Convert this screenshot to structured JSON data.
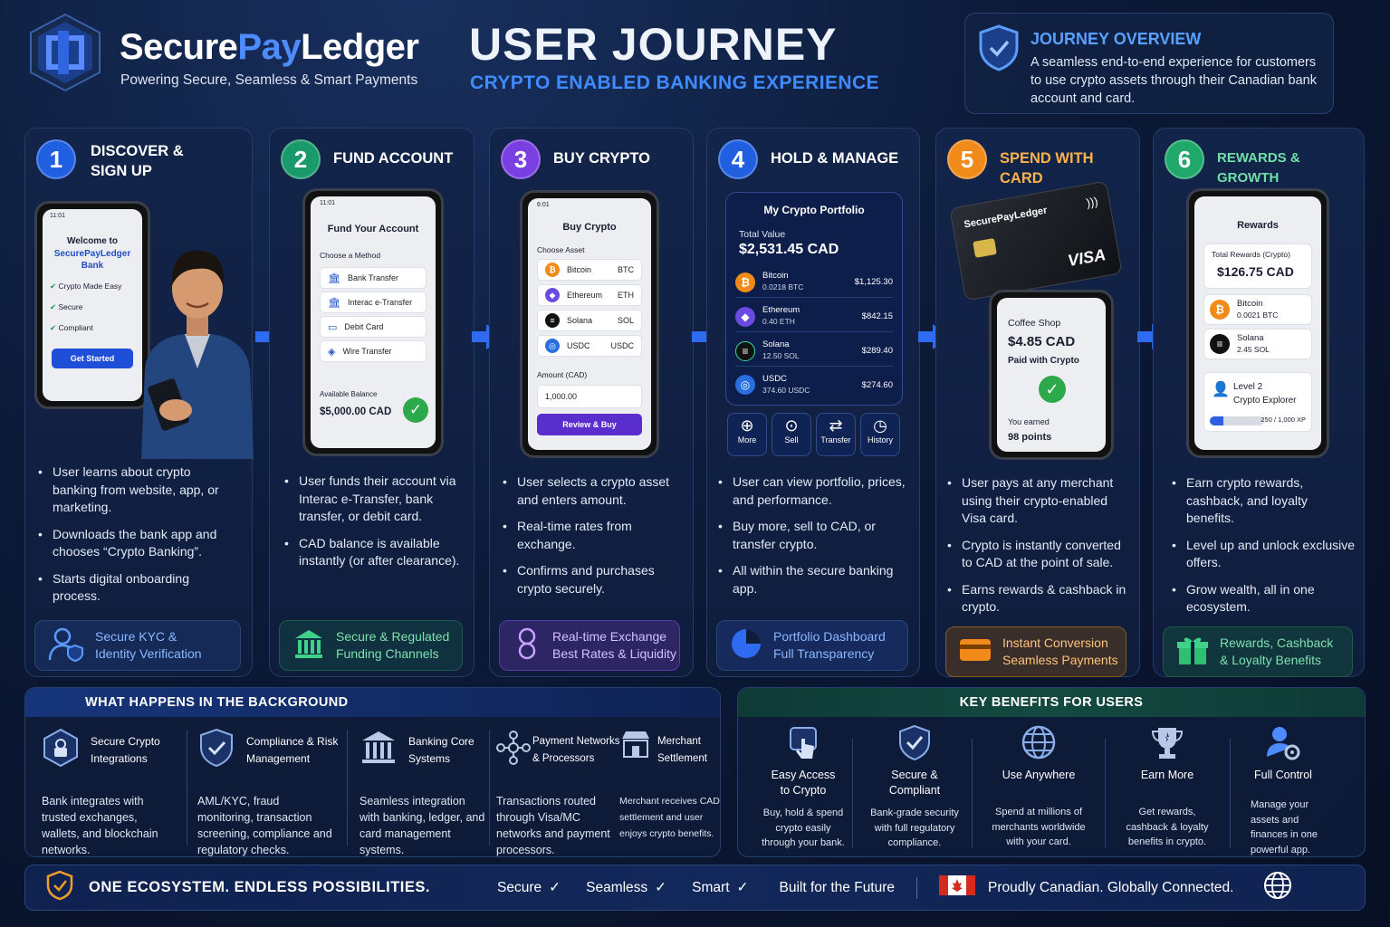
{
  "brand": {
    "name_a": "Secure",
    "name_b": "Pay",
    "name_c": "Ledger",
    "tagline": "Powering Secure, Seamless & Smart Payments"
  },
  "title": "USER JOURNEY",
  "subtitle": "CRYPTO ENABLED BANKING EXPERIENCE",
  "overview": {
    "title": "JOURNEY OVERVIEW",
    "text": "A seamless end-to-end experience for customers to use crypto assets through their Canadian bank account and card."
  },
  "steps": [
    {
      "num": "1",
      "title": "DISCOVER &\nSIGN UP",
      "phone": {
        "time": "11:01",
        "welcome": "Welcome to",
        "bank": "SecurePayLedger",
        "bank2": "Bank",
        "items": [
          "Crypto Made Easy",
          "Secure",
          "Compliant"
        ],
        "cta": "Get Started"
      },
      "bullets": [
        "User learns about crypto banking from website, app, or marketing.",
        "Downloads the bank app and chooses “Crypto Banking”.",
        "Starts digital onboarding process."
      ],
      "badge": "Secure KYC &\nIdentity Verification"
    },
    {
      "num": "2",
      "title": "FUND ACCOUNT",
      "phone": {
        "time": "11:01",
        "heading": "Fund Your Account",
        "sub": "Choose a Method",
        "items": [
          "Bank Transfer",
          "Interac e-Transfer",
          "Debit Card",
          "Wire Transfer"
        ],
        "bal_label": "Available Balance",
        "bal": "$5,000.00 CAD"
      },
      "bullets": [
        "User funds their account via Interac e-Transfer, bank transfer, or debit card.",
        "CAD balance is available instantly (or after clearance)."
      ],
      "badge": "Secure & Regulated\nFunding Channels"
    },
    {
      "num": "3",
      "title": "BUY CRYPTO",
      "phone": {
        "time": "6:01",
        "heading": "Buy Crypto",
        "sub": "Choose Asset",
        "assets": [
          {
            "name": "Bitcoin",
            "sym": "BTC"
          },
          {
            "name": "Ethereum",
            "sym": "ETH"
          },
          {
            "name": "Solana",
            "sym": "SOL"
          },
          {
            "name": "USDC",
            "sym": "USDC"
          }
        ],
        "amount_label": "Amount (CAD)",
        "amount": "1,000.00",
        "cta": "Review & Buy"
      },
      "bullets": [
        "User selects a crypto asset and enters amount.",
        "Real-time rates from exchange.",
        "Confirms and purchases crypto securely."
      ],
      "badge": "Real-time Exchange\nBest Rates & Liquidity"
    },
    {
      "num": "4",
      "title": "HOLD & MANAGE",
      "phone": {
        "heading": "My Crypto Portfolio",
        "total_label": "Total Value",
        "total": "$2,531.45 CAD",
        "holdings": [
          {
            "name": "Bitcoin",
            "amt": "0.0218 BTC",
            "val": "$1,125.30"
          },
          {
            "name": "Ethereum",
            "amt": "0.40 ETH",
            "val": "$842.15"
          },
          {
            "name": "Solana",
            "amt": "12.50 SOL",
            "val": "$289.40"
          },
          {
            "name": "USDC",
            "amt": "374.60 USDC",
            "val": "$274.60"
          }
        ],
        "actions": [
          "More",
          "Sell",
          "Transfer",
          "History"
        ]
      },
      "bullets": [
        "User can view portfolio, prices, and performance.",
        "Buy more, sell to CAD, or transfer crypto.",
        "All within the secure banking app."
      ],
      "badge": "Portfolio Dashboard\nFull Transparency"
    },
    {
      "num": "5",
      "title": "SPEND WITH CARD",
      "card": {
        "brand": "SecurePayLedger",
        "network": "VISA"
      },
      "phone": {
        "merchant": "Coffee Shop",
        "amount": "$4.85 CAD",
        "paid": "Paid with Crypto",
        "earned_label": "You earned",
        "earned": "98 points"
      },
      "bullets": [
        "User pays at any merchant using their crypto-enabled Visa card.",
        "Crypto is instantly converted to CAD at the point of sale.",
        "Earns rewards & cashback in crypto."
      ],
      "badge": "Instant Conversion\nSeamless Payments"
    },
    {
      "num": "6",
      "title": "REWARDS & GROWTH",
      "phone": {
        "heading": "Rewards",
        "total_label": "Total Rewards (Crypto)",
        "total": "$126.75 CAD",
        "rewards": [
          {
            "name": "Bitcoin",
            "amt": "0.0021 BTC"
          },
          {
            "name": "Solana",
            "amt": "2.45 SOL"
          }
        ],
        "level": "Level 2",
        "level_name": "Crypto Explorer",
        "xp": "250 / 1,000 XP",
        "xp_fraction": 0.25
      },
      "bullets": [
        "Earn crypto rewards, cashback, and loyalty benefits.",
        "Level up and unlock exclusive offers.",
        "Grow wealth, all in one ecosystem."
      ],
      "badge": "Rewards, Cashback\n& Loyalty Benefits"
    }
  ],
  "background": {
    "title": "WHAT HAPPENS IN THE BACKGROUND",
    "items": [
      {
        "title": "Secure Crypto\nIntegrations",
        "desc": "Bank integrates with trusted exchanges, wallets, and blockchain networks."
      },
      {
        "title": "Compliance & Risk\nManagement",
        "desc": "AML/KYC, fraud monitoring, transaction screening, compliance and regulatory checks."
      },
      {
        "title": "Banking Core\nSystems",
        "desc": "Seamless integration with banking, ledger, and card management systems."
      },
      {
        "title": "Payment Networks\n& Processors",
        "desc": "Transactions routed through Visa/MC networks and payment processors."
      },
      {
        "title": "Merchant\nSettlement",
        "desc": "Merchant receives CAD settlement and user enjoys crypto benefits."
      }
    ]
  },
  "benefits": {
    "title": "KEY BENEFITS FOR USERS",
    "items": [
      {
        "title": "Easy Access\nto Crypto",
        "desc": "Buy, hold & spend crypto easily through your bank."
      },
      {
        "title": "Secure &\nCompliant",
        "desc": "Bank-grade security with full regulatory compliance."
      },
      {
        "title": "Use Anywhere",
        "desc": "Spend at millions of merchants worldwide with your card."
      },
      {
        "title": "Earn More",
        "desc": "Get rewards, cashback & loyalty benefits in crypto."
      },
      {
        "title": "Full Control",
        "desc": "Manage your assets and finances in one powerful app."
      }
    ]
  },
  "footer": {
    "slogan": "ONE ECOSYSTEM. ENDLESS POSSIBILITIES.",
    "tags": [
      "Secure",
      "Seamless",
      "Smart"
    ],
    "future": "Built for the Future",
    "canada": "Proudly Canadian. Globally Connected."
  },
  "colors": {
    "step1": "#1f5fe0",
    "step2": "#1a9a6a",
    "step3": "#7a3fe0",
    "step4": "#1f5fe0",
    "step5": "#f08a1a",
    "step6": "#1fa86a",
    "accent": "#3f8bff"
  }
}
